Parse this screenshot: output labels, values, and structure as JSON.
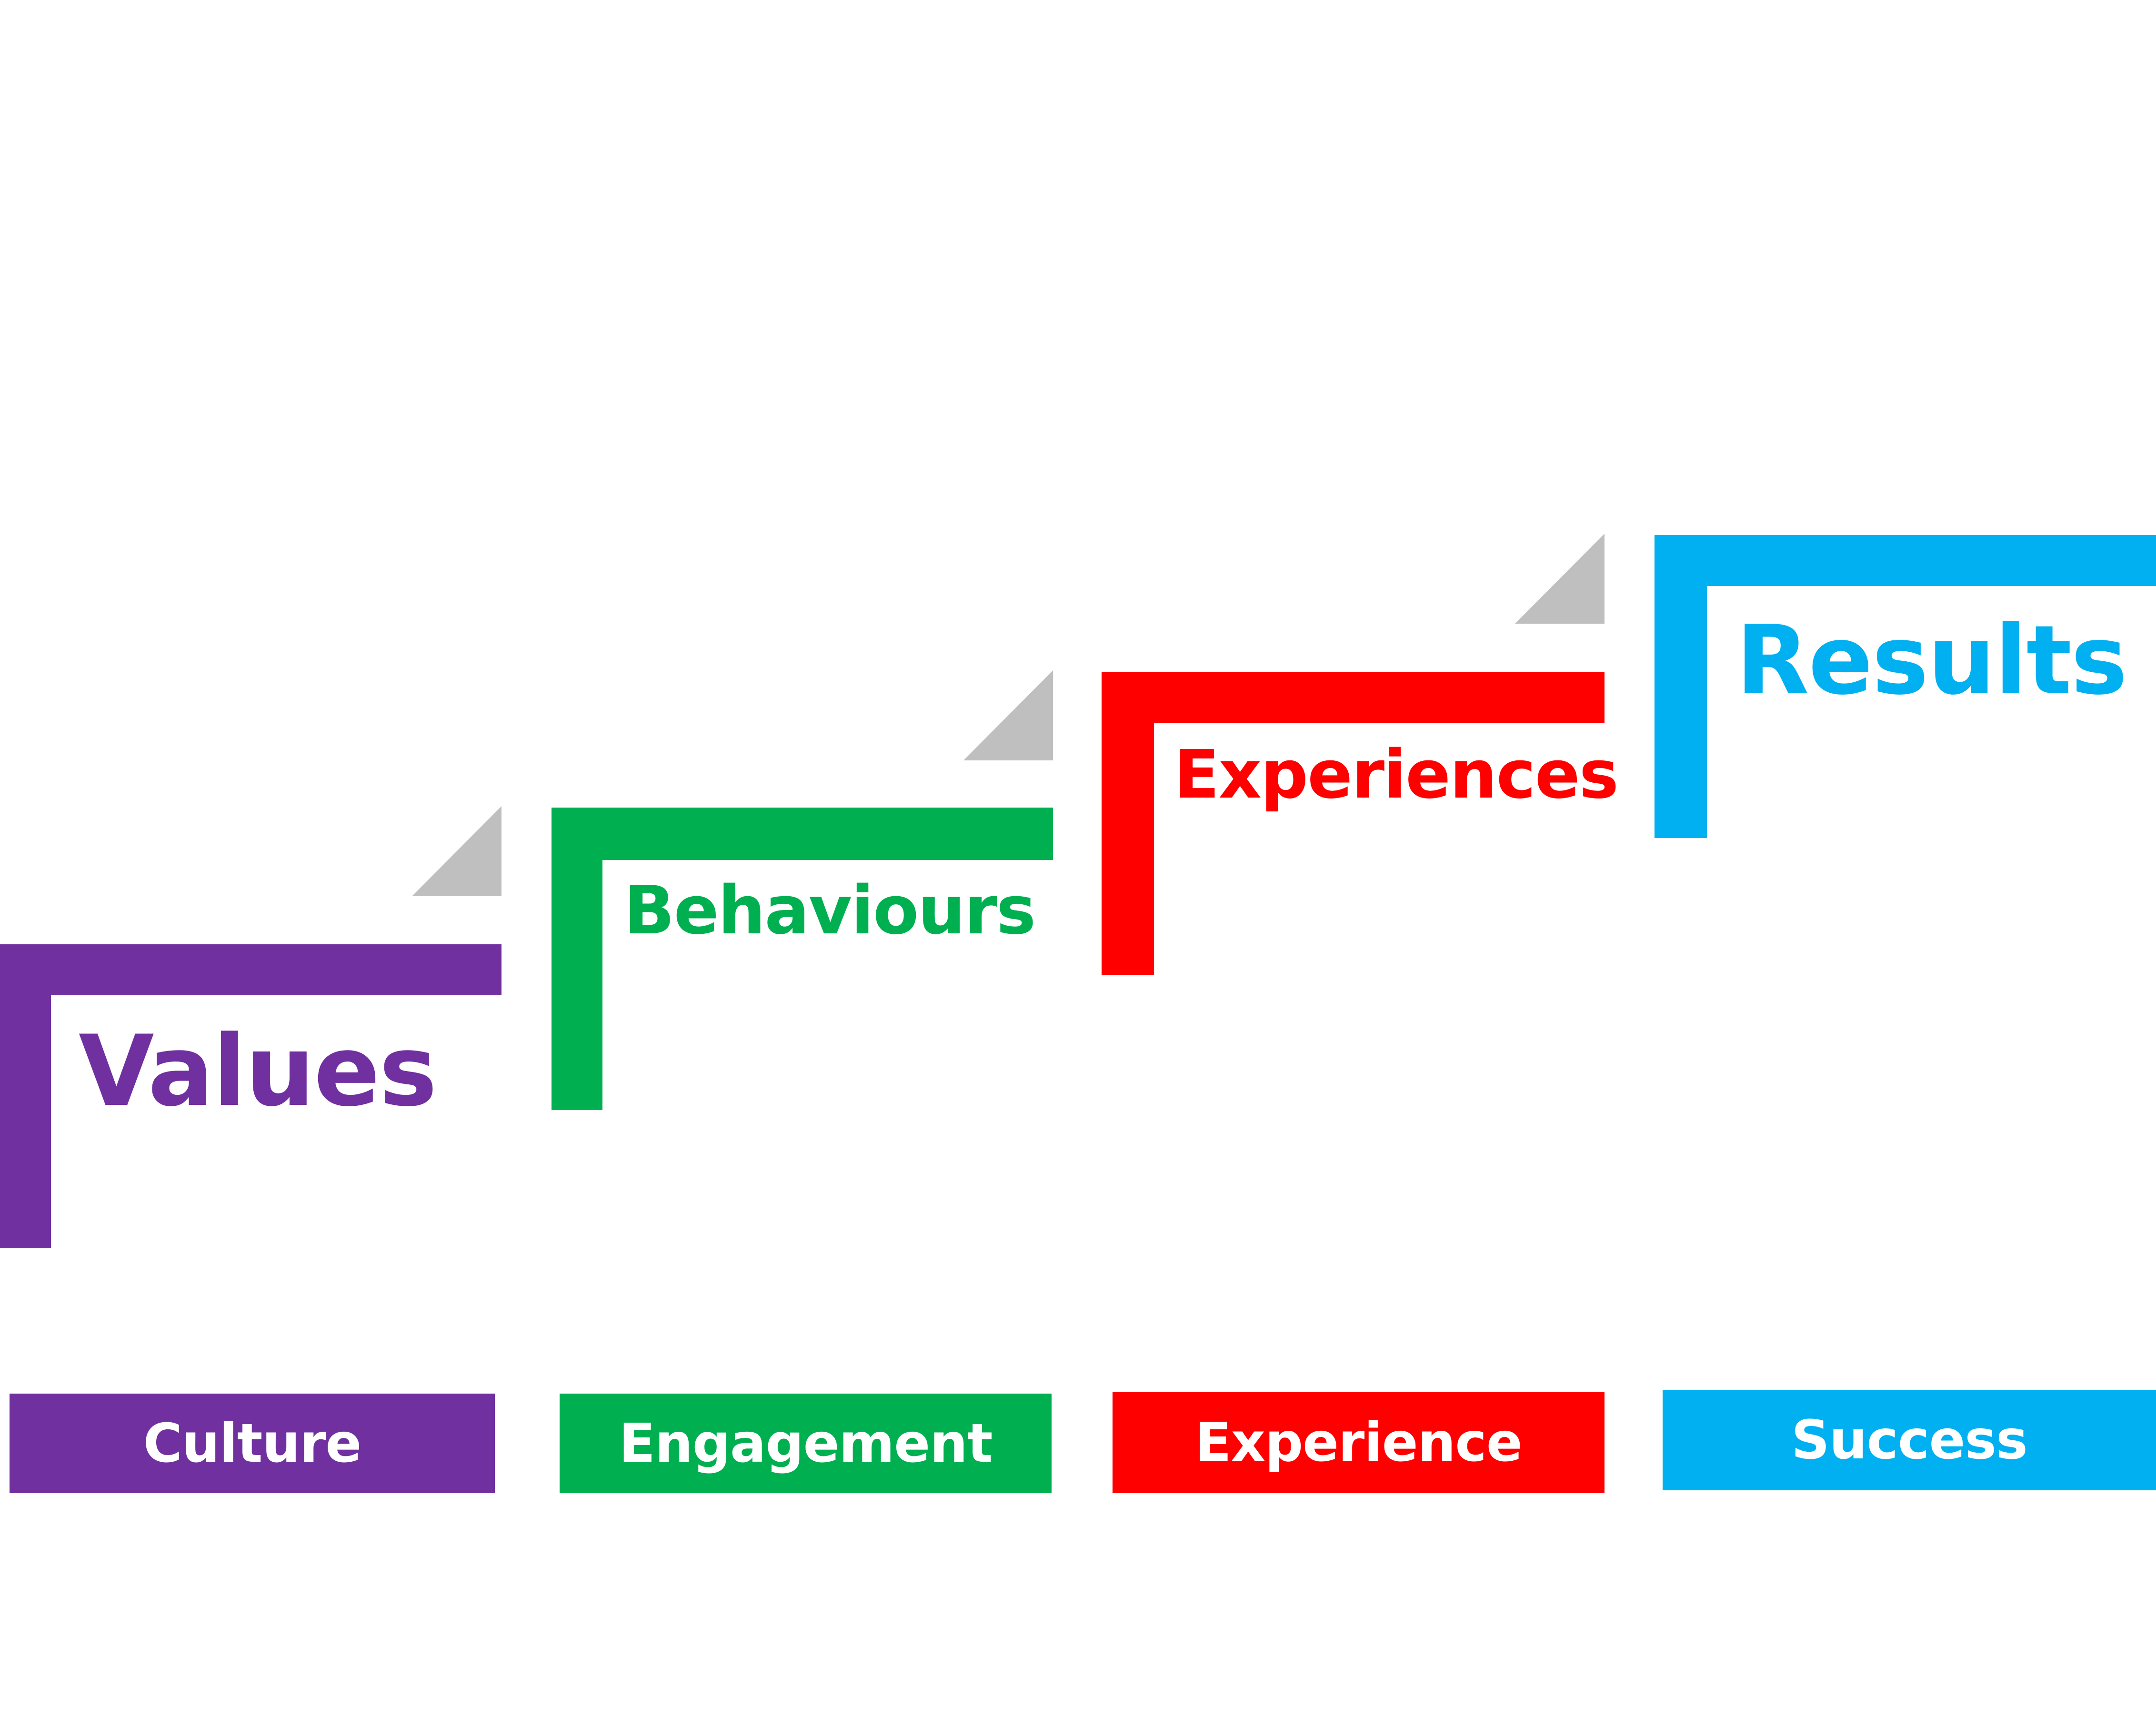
{
  "steps": [
    {
      "label": "Values",
      "color": "#7030a0",
      "box_label": "Culture"
    },
    {
      "label": "Behaviours",
      "color": "#00b050",
      "box_label": "Engagement"
    },
    {
      "label": "Experiences",
      "color": "#ff0000",
      "box_label": "Experience"
    },
    {
      "label": "Results",
      "color": "#00b0f0",
      "box_label": "Success"
    }
  ],
  "accent_triangle_color": "#bfbfbf"
}
